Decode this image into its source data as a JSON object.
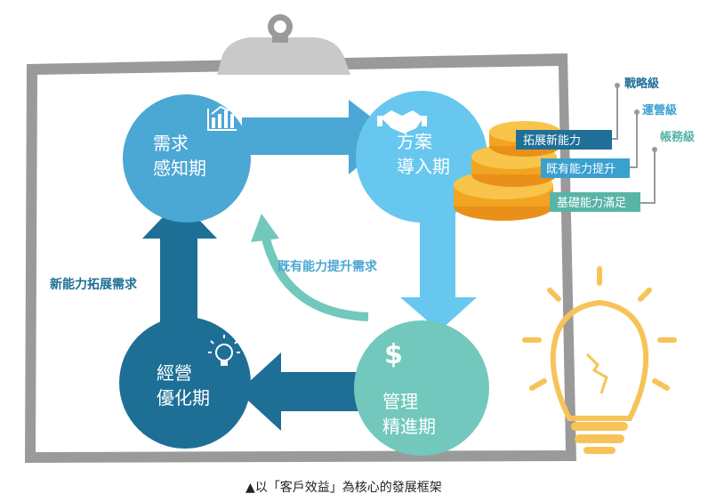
{
  "phases": {
    "demand": {
      "line1": "需求",
      "line2": "感知期"
    },
    "solution": {
      "line1": "方案",
      "line2": "導入期"
    },
    "management": {
      "line1": "管理",
      "line2": "精進期"
    },
    "optimization": {
      "line1": "經營",
      "line2": "優化期"
    }
  },
  "arrows": {
    "left_label": "新能力拓展需求",
    "inner_label": "既有能力提升需求"
  },
  "stack": {
    "levels": [
      "戰略級",
      "運營級",
      "帳務級"
    ],
    "bars": [
      "拓展新能力",
      "既有能力提升",
      "基礎能力滿足"
    ]
  },
  "caption": "▲以「客戶效益」為核心的發展框架",
  "colors": {
    "demand": "#4ba7d3",
    "solution": "#67c7ef",
    "management": "#72c8bc",
    "optimization": "#1e6f96",
    "bar_dark": "#1f6f98",
    "bar_mid": "#3aa0cf",
    "bar_light": "#58b4a6",
    "coin": "#f3a420",
    "bulb": "#f7c358"
  }
}
